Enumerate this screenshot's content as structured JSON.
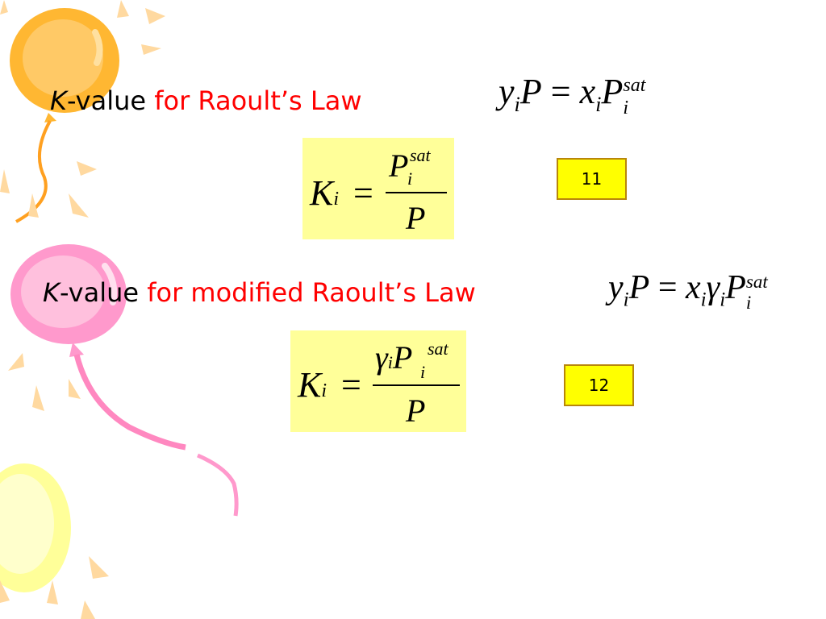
{
  "slide": {
    "line1": {
      "k_symbol": "K",
      "dash_value": "-value ",
      "red_text": "for Raoult’s Law",
      "equation": {
        "y": "y",
        "i1": "i",
        "P": "P",
        "eq": " = ",
        "x": "x",
        "i2": "i",
        "P2": "P",
        "i3": "i",
        "sat": "sat"
      },
      "boxed": {
        "K": "K",
        "i": "i",
        "eq": "=",
        "P_num": "P",
        "i_num": "i",
        "sat": "sat",
        "P_den": "P"
      },
      "eq_number": "11"
    },
    "line2": {
      "k_symbol": "K",
      "dash_value": "-value ",
      "red_text": "for modified Raoult’s Law",
      "equation": {
        "y": "y",
        "i1": "i",
        "P": "P",
        "eq": " = ",
        "x": "x",
        "i2": "i",
        "gamma": "γ",
        "i3": "i",
        "P2": "P",
        "i4": "i",
        "sat": "sat"
      },
      "boxed": {
        "K": "K",
        "i": "i",
        "eq": "=",
        "gamma": "γ",
        "i_g": "i",
        "P_num": "P",
        "i_num": "i",
        "sat": "sat",
        "P_den": "P"
      },
      "eq_number": "12"
    }
  },
  "colors": {
    "red_text": "#ff0000",
    "box_fill": "#ffff99",
    "eqnum_fill": "#ffff00",
    "eqnum_border": "#b8860b",
    "balloon_orange": "#ffb732",
    "balloon_pink": "#ff99cc",
    "balloon_yellow": "#ffff99"
  },
  "decorations": [
    "sun-balloon-orange",
    "balloon-pink",
    "balloon-yellow"
  ]
}
